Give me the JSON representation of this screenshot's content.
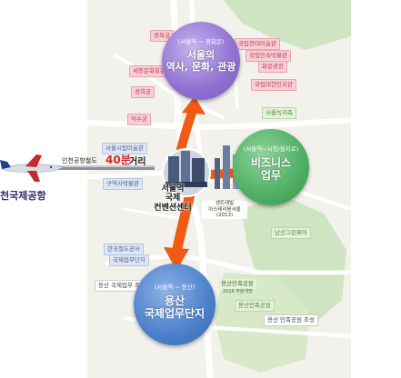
{
  "colors": {
    "map_land": "#f2f1ec",
    "park_green": "#cfe4c0",
    "road": "#ffffff",
    "arrow_orange": "#f05a14",
    "purple_circle": "#9b7ed6",
    "green_circle": "#53b367",
    "blue_circle": "#4f82cd"
  },
  "airport": {
    "name": "천국제공항",
    "rail_label": "인천공항철도",
    "rail_time": "40분",
    "rail_unit": "거리"
  },
  "hub": {
    "label_lines": [
      "서울역",
      "국제",
      "컨벤션센터"
    ]
  },
  "tower": {
    "label_lines": [
      "센트레빌",
      "아스테리움서울",
      "(2013)"
    ]
  },
  "circles": {
    "history": {
      "sub": "(서울역 ~ 광화문)",
      "lines": [
        "서울의",
        "역사, 문화, 관광"
      ]
    },
    "business": {
      "sub": "(서울역~시청/을지로)",
      "lines": [
        "비즈니스",
        "업무"
      ]
    },
    "yongsan": {
      "sub": "(서울역 ~ 용산)",
      "lines": [
        "용산",
        "국제업무단지"
      ]
    }
  },
  "place_labels": [
    {
      "text": "경복궁",
      "color": "pink",
      "icon": "palace-icon"
    },
    {
      "text": "국립현대미술관",
      "color": "pink",
      "icon": "museum-icon"
    },
    {
      "text": "세종문화회관",
      "color": "pink",
      "icon": "landmark-icon"
    },
    {
      "text": "경희궁",
      "color": "pink",
      "icon": "palace-icon"
    },
    {
      "text": "덕수궁",
      "color": "pink",
      "icon": "palace-icon"
    },
    {
      "text": "서울시립미술관",
      "color": "blue",
      "icon": "museum-icon"
    },
    {
      "text": "구역사박물관",
      "color": "blue",
      "icon": "museum-icon"
    },
    {
      "text": "국립민속박물관",
      "color": "pink",
      "icon": "museum-icon"
    },
    {
      "text": "국립대한민국관",
      "color": "pink",
      "icon": "landmark-icon"
    },
    {
      "text": "화문광장",
      "color": "pink",
      "icon": "square-icon"
    },
    {
      "text": "서울녹지축",
      "color": "green",
      "icon": "park-icon"
    },
    {
      "text": "남산그린웨이",
      "color": "green",
      "icon": "park-icon"
    },
    {
      "text": "국제업무단지",
      "color": "blue",
      "icon": "building-icon"
    },
    {
      "text": "한국철도공사",
      "color": "blue",
      "icon": "building-icon"
    },
    {
      "text": "용산민족공원",
      "color": "green",
      "icon": "park-icon"
    }
  ],
  "map_notes": [
    "용산 국제업무 조성",
    "용산 민족공원 조성",
    "용산민족공원",
    "2016 부분개방"
  ]
}
